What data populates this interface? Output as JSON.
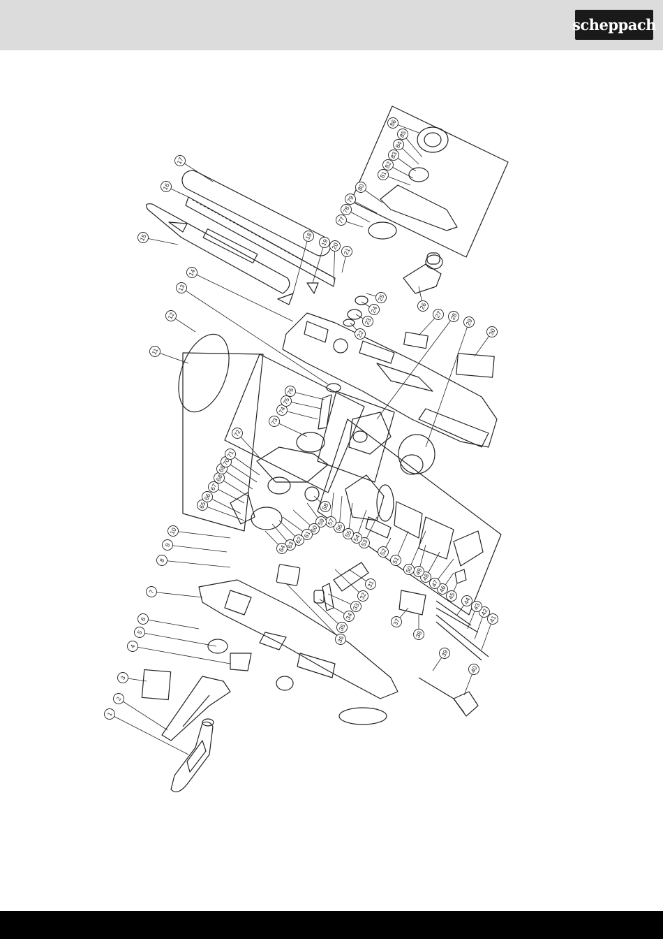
{
  "header": {
    "brand": "scheppach"
  },
  "diagram": {
    "part_numbers": [
      "1",
      "2",
      "3",
      "4",
      "5",
      "6",
      "7",
      "8",
      "9",
      "10",
      "11",
      "12",
      "13",
      "14",
      "15",
      "16",
      "17",
      "18",
      "19",
      "20",
      "21",
      "22",
      "23",
      "24",
      "25",
      "26",
      "27",
      "28",
      "29",
      "30",
      "31",
      "32",
      "33",
      "34",
      "35",
      "36",
      "37",
      "38",
      "39",
      "40",
      "41",
      "42",
      "43",
      "44",
      "45",
      "46",
      "47",
      "48",
      "49",
      "50",
      "51",
      "52",
      "53",
      "54",
      "55",
      "56",
      "57",
      "58",
      "59",
      "60",
      "61",
      "62",
      "63",
      "64",
      "65",
      "66",
      "67",
      "68",
      "69",
      "70",
      "71",
      "72",
      "73",
      "74",
      "75",
      "76",
      "77",
      "78",
      "79",
      "80",
      "81",
      "82",
      "83",
      "84",
      "85",
      "86"
    ]
  },
  "colors": {
    "header_bg": "#dcdcdc",
    "footer_bg": "#000000",
    "logo_bg": "#1a1a1a",
    "line": "#222222"
  }
}
